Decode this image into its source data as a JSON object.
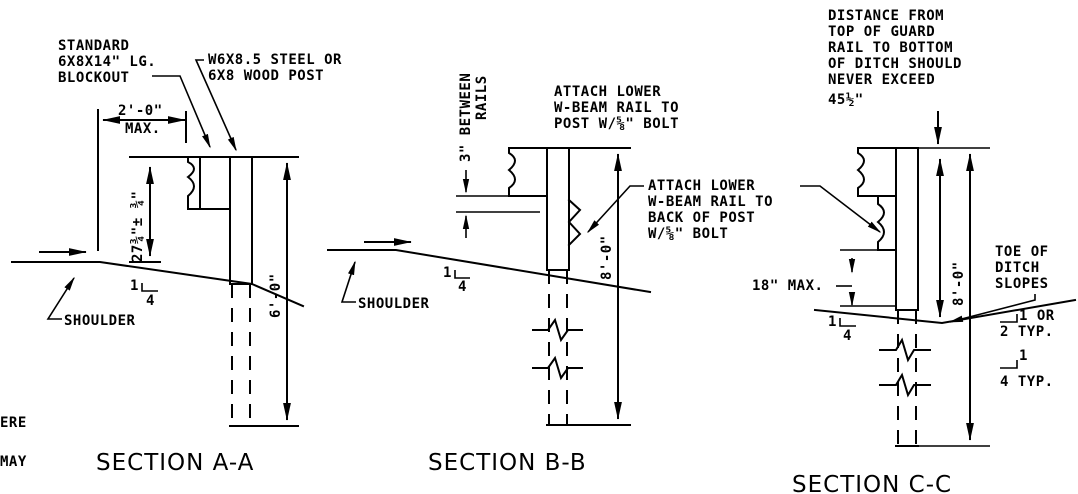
{
  "section_aa": {
    "note_blockout": [
      "STANDARD",
      "6X8X14\" LG.",
      "BLOCKOUT"
    ],
    "note_post": [
      "W6X8.5 STEEL OR",
      "6X8 WOOD POST"
    ],
    "dim_offset": [
      "2'-0\"",
      "MAX."
    ],
    "dim_height": "27¾\"± ¾\"",
    "dim_post": "6'-0\"",
    "slope_top": "1",
    "slope_bottom": "4",
    "shoulder": "SHOULDER",
    "title": "SECTION A-A"
  },
  "section_bb": {
    "note_between": [
      "3\" BETWEEN",
      "RAILS"
    ],
    "note_attach_upper": [
      "ATTACH LOWER",
      "W-BEAM RAIL TO",
      "POST W/⅝\" BOLT"
    ],
    "note_attach_back": [
      "ATTACH LOWER",
      "W-BEAM RAIL TO",
      "BACK OF POST",
      "W/⅝\" BOLT"
    ],
    "dim_post": "8'-0\"",
    "slope_top": "1",
    "slope_bottom": "4",
    "shoulder": "SHOULDER",
    "title": "SECTION B-B"
  },
  "section_cc": {
    "note_distance": [
      "DISTANCE FROM",
      "TOP OF GUARD",
      "RAIL TO BOTTOM",
      "OF DITCH SHOULD",
      "NEVER EXCEED",
      "45½\""
    ],
    "dim_gap": "18\" MAX.",
    "dim_post": "8'-0\"",
    "note_toe": [
      "TOE OF",
      "DITCH",
      "SLOPES"
    ],
    "slope_a_top": "1 OR",
    "slope_a_bottom": "2 TYP.",
    "slope_b_top": "1",
    "slope_b_bottom": "4 TYP.",
    "slope_top": "1",
    "slope_bottom": "4",
    "title": "SECTION C-C"
  },
  "left_fragments": [
    "ERE",
    "MAY"
  ]
}
